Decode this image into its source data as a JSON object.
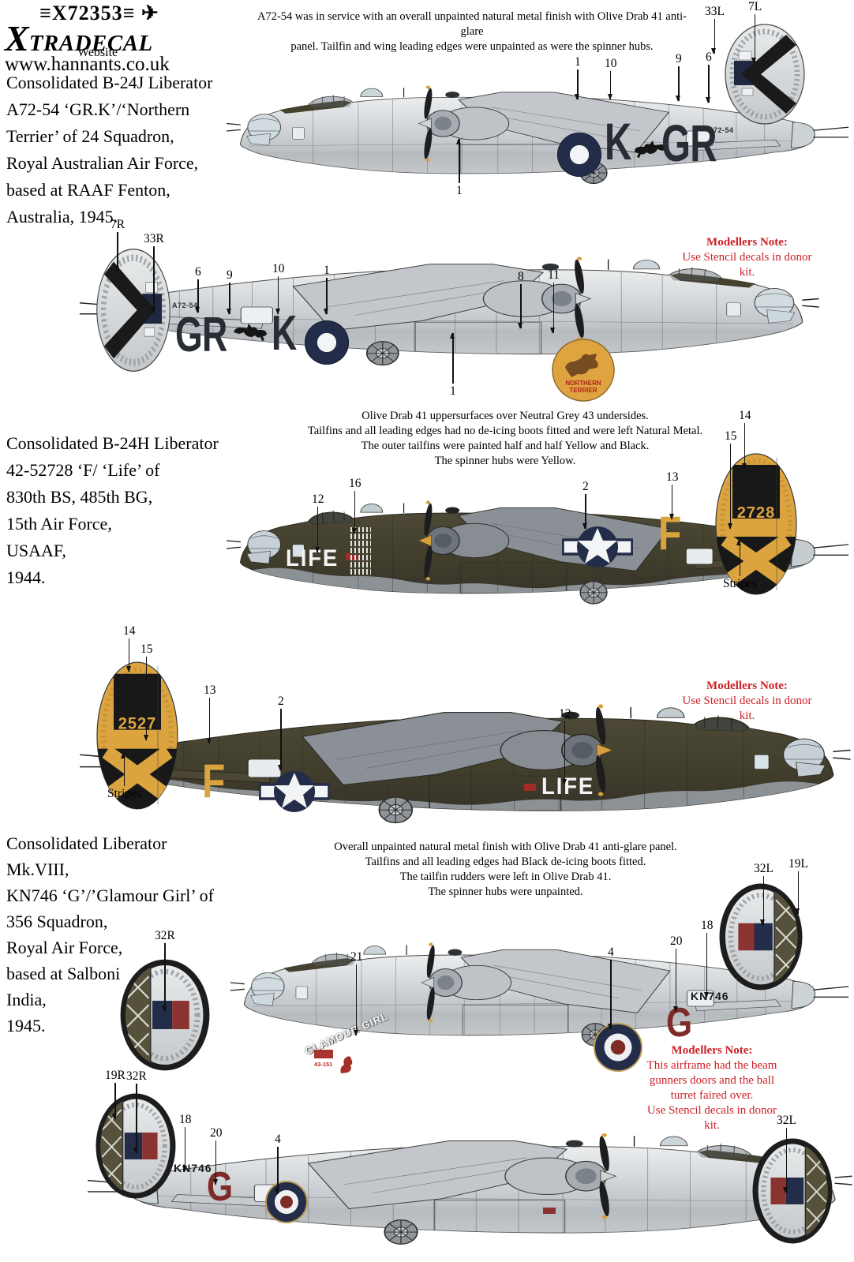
{
  "header": {
    "code": "X72353",
    "brand_initial": "X",
    "brand": "TRADECAL",
    "plane_icon": "✈",
    "website_label": "Website",
    "website_url": "www.hannants.co.uk"
  },
  "titles": {
    "aircraft1": [
      "Consolidated B-24J Liberator",
      "A72-54 ‘GR.K’/‘Northern",
      "Terrier’ of 24 Squadron,",
      "Royal Australian Air Force,",
      "based at RAAF Fenton,",
      "Australia, 1945."
    ],
    "aircraft2": [
      "Consolidated B-24H Liberator",
      "42-52728 ‘F/ ‘Life’ of",
      "830th BS, 485th BG,",
      "15th Air Force,",
      "USAAF,",
      "1944."
    ],
    "aircraft3": [
      "Consolidated Liberator",
      "Mk.VIII,",
      "KN746 ‘G’/’Glamour Girl’ of",
      "356 Squadron,",
      "Royal Air Force,",
      "based at Salboni",
      "India,",
      "1945."
    ]
  },
  "notes": {
    "scheme1": [
      "A72-54 was in service with an overall unpainted natural metal finish with Olive Drab 41 anti-glare",
      "panel. Tailfin and wing leading edges were unpainted as were the spinner hubs."
    ],
    "scheme2": [
      "Olive Drab 41 uppersurfaces over Neutral Grey 43 undersides.",
      "Tailfins and all leading edges had no de-icing boots fitted and were left Natural Metal.",
      "The outer tailfins were painted half and half Yellow and Black.",
      "The spinner hubs were Yellow."
    ],
    "scheme3": [
      "Overall unpainted natural metal finish with Olive Drab 41 anti-glare panel.",
      "Tailfins and all leading edges had Black de-icing boots fitted.",
      "The tailfin rudders were left in Olive Drab 41.",
      "The spinner hubs were unpainted."
    ]
  },
  "modellers_notes": {
    "heading": "Modellers Note:",
    "note1": [
      "Use Stencil decals in donor",
      "kit."
    ],
    "note2": [
      "Use Stencil decals in donor",
      "kit."
    ],
    "note3": [
      "This airframe had the beam",
      "gunners doors and the ball",
      "turret faired over.",
      "Use Stencil decals in donor",
      "kit."
    ]
  },
  "markings": {
    "p1": {
      "serial": "A72-54",
      "code_single": "K",
      "code_pair": "GR"
    },
    "p2": {
      "serial": "A72-54",
      "code_single": "K",
      "code_pair": "GR",
      "noseart_line1": "NORTHERN",
      "noseart_line2": "TERRIER"
    },
    "p3": {
      "name": "LIFE",
      "letter": "F",
      "tail_number": "2728"
    },
    "p4": {
      "name": "LIFE",
      "letter": "F",
      "tail_number": "2527"
    },
    "p5": {
      "serial": "KN746",
      "letter": "G",
      "noseart": "GLAMOUR GIRL",
      "nose_serial": "43-151"
    },
    "p6": {
      "serial": "KN746",
      "letter": "G"
    }
  },
  "callouts": {
    "p1": [
      "1",
      "10",
      "9",
      "6",
      "33L",
      "7L",
      "1"
    ],
    "p2": [
      "7R",
      "33R",
      "6",
      "9",
      "10",
      "1",
      "8",
      "11",
      "1"
    ],
    "p3": [
      "12",
      "16",
      "2",
      "13",
      "14",
      "15",
      "Stripes"
    ],
    "p4": [
      "14",
      "15",
      "13",
      "2",
      "12",
      "Stripes"
    ],
    "p5": [
      "21",
      "4",
      "20",
      "18",
      "32L",
      "19L"
    ],
    "p6": [
      "19R",
      "32R",
      "18",
      "20",
      "4"
    ],
    "details": [
      "32R",
      "32L"
    ]
  },
  "colors": {
    "note_red": "#cc2127",
    "natural_metal": "#cfd3d6",
    "olive_drab": "#45412f",
    "neutral_grey": "#8c9196",
    "tail_yellow": "#dba43e",
    "roundel_navy": "#232c48",
    "maroon": "#7e2b28"
  }
}
